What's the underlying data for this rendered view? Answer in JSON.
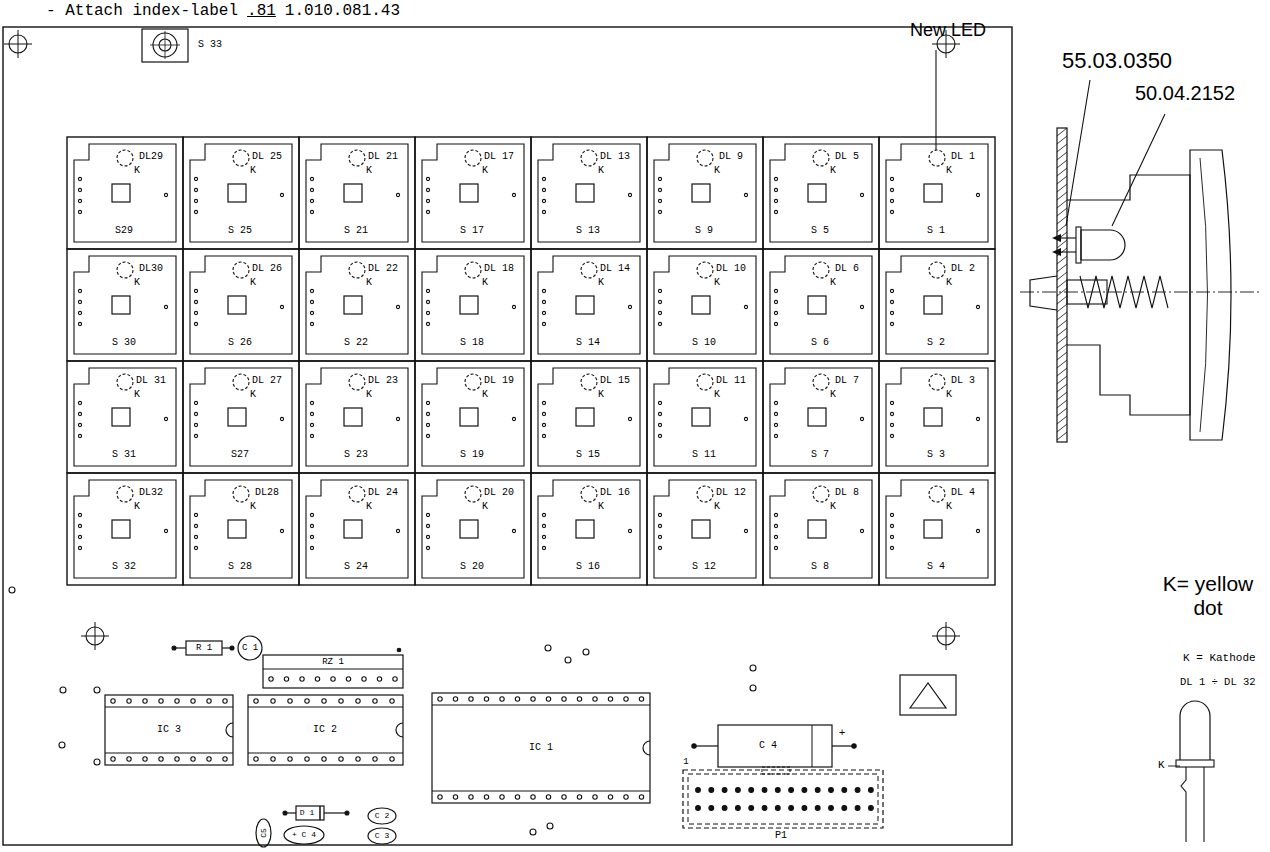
{
  "diagram": {
    "nodes": [
      {
        "text": [
          "DL29",
          "K",
          "S29"
        ]
      },
      {
        "text": [
          "DL 25",
          "K",
          "S 25"
        ]
      },
      {
        "text": [
          "DL 21",
          "K",
          "S 21"
        ]
      },
      {
        "text": [
          "DL 17",
          "K",
          "S 17"
        ]
      },
      {
        "text": [
          "DL 13",
          "K",
          "S 13"
        ]
      },
      {
        "text": [
          "DL 9",
          "K",
          "S 9"
        ]
      },
      {
        "text": [
          "DL 5",
          "K",
          "S 5"
        ]
      },
      {
        "text": [
          "DL 1",
          "K",
          "S 1"
        ]
      },
      {
        "text": [
          "DL30",
          "K",
          "S 30"
        ]
      },
      {
        "text": [
          "DL 26",
          "K",
          "S 26"
        ]
      },
      {
        "text": [
          "DL 22",
          "K",
          "S 22"
        ]
      },
      {
        "text": [
          "DL 18",
          "K",
          "S 18"
        ]
      },
      {
        "text": [
          "DL 14",
          "K",
          "S 14"
        ]
      },
      {
        "text": [
          "DL 10",
          "K",
          "S 10"
        ]
      },
      {
        "text": [
          "DL 6",
          "K",
          "S 6"
        ]
      },
      {
        "text": [
          "DL 2",
          "K",
          "S 2"
        ]
      },
      {
        "text": [
          "DL 31",
          "K",
          "S 31"
        ]
      },
      {
        "text": [
          "DL 27",
          "K",
          "S27"
        ]
      },
      {
        "text": [
          "DL 23",
          "K",
          "S 23"
        ]
      },
      {
        "text": [
          "DL 19",
          "K",
          "S 19"
        ]
      },
      {
        "text": [
          "DL 15",
          "K",
          "S 15"
        ]
      },
      {
        "text": [
          "DL 11",
          "K",
          "S 11"
        ]
      },
      {
        "text": [
          "DL 7",
          "K",
          "S 7"
        ]
      },
      {
        "text": [
          "DL 3",
          "K",
          "S 3"
        ]
      },
      {
        "text": [
          "DL32",
          "K",
          "S 32"
        ]
      },
      {
        "text": [
          "DL28",
          "K",
          "S 28"
        ]
      },
      {
        "text": [
          "DL 24",
          "K",
          "S 24"
        ]
      },
      {
        "text": [
          "DL 20",
          "K",
          "S 20"
        ]
      },
      {
        "text": [
          "DL 16",
          "K",
          "S 16"
        ]
      },
      {
        "text": [
          "DL 12",
          "K",
          "S 12"
        ]
      },
      {
        "text": [
          "DL 8",
          "K",
          "S 8"
        ]
      },
      {
        "text": [
          "DL 4",
          "K",
          "S 4"
        ]
      },
      {
        "text": [
          "S 33"
        ]
      },
      {
        "text": [
          "R 1"
        ]
      },
      {
        "text": [
          "C 1"
        ]
      },
      {
        "text": [
          "RZ 1"
        ]
      },
      {
        "text": [
          "IC 3"
        ]
      },
      {
        "text": [
          "IC 2"
        ]
      },
      {
        "text": [
          "IC 1"
        ]
      },
      {
        "text": [
          "C 4",
          "+"
        ]
      },
      {
        "text": [
          "D 1"
        ]
      },
      {
        "text": [
          "C5"
        ]
      },
      {
        "text": [
          "+ C 4"
        ]
      },
      {
        "text": [
          "C 2"
        ]
      },
      {
        "text": [
          "C 3"
        ]
      },
      {
        "text": [
          "1",
          "P1"
        ]
      }
    ],
    "labels": [
      "- Attach index-label",
      ".81",
      "1.010.081.43",
      "New LED",
      "55.03.0350",
      "50.04.2152",
      "K= yellow dot",
      "K = Kathode",
      "DL 1 ÷ DL 32",
      "K"
    ]
  }
}
